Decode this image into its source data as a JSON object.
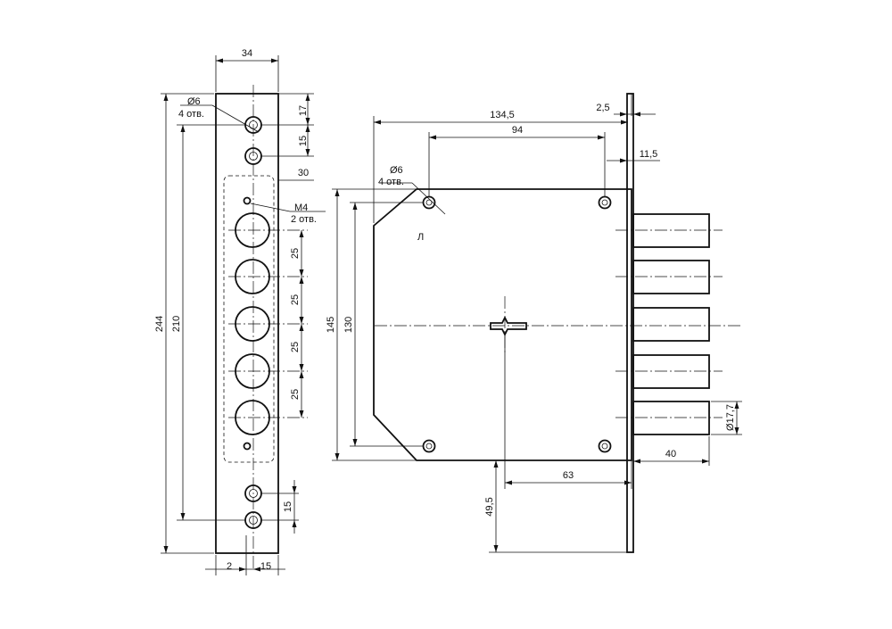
{
  "strike_plate": {
    "dims": {
      "width": "34",
      "top_offset": "17",
      "hole_pitch_top": "15",
      "cutout_offset": "30",
      "bolt_pitch_1": "25",
      "bolt_pitch_2": "25",
      "bolt_pitch_3": "25",
      "bolt_pitch_4": "25",
      "hole_pitch_bottom": "15",
      "overall_height": "244",
      "hole_span": "210",
      "edge_offset": "2",
      "hole_offset": "15"
    },
    "notes": {
      "hole_diameter": "Ø6",
      "hole_count": "4 отв.",
      "thread": "M4",
      "thread_count": "2 отв."
    }
  },
  "lock_body": {
    "dims": {
      "backset_total": "134,5",
      "hole_spacing": "94",
      "faceplate_thickness": "2,5",
      "faceplate_offset": "11,5",
      "body_height": "145",
      "hole_vertical_span": "130",
      "keyhole_offset": "63",
      "bolt_projection": "40",
      "bolt_diameter": "Ø17,7",
      "keyhole_height": "49,5"
    },
    "notes": {
      "hole_diameter": "Ø6",
      "hole_count": "4 отв.",
      "hand_mark": "Л"
    }
  }
}
